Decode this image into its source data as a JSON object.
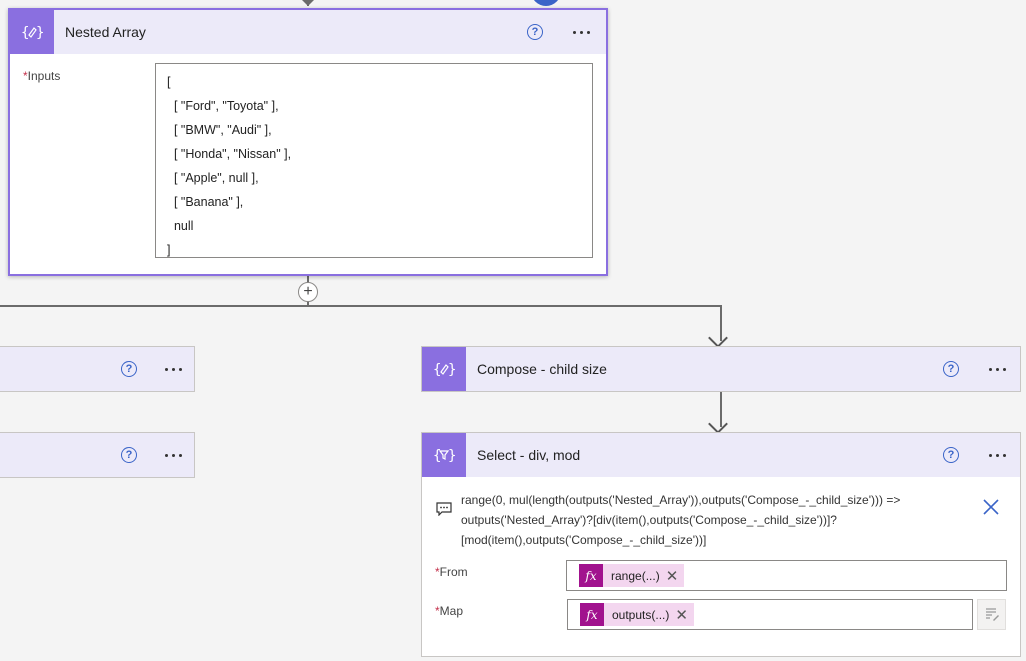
{
  "nested_array": {
    "title": "Nested Array",
    "help_symbol": "?",
    "inputs_label": "Inputs",
    "required_mark": "*",
    "input_lines": [
      "[",
      "  [ \"Ford\", \"Toyota\" ],",
      "  [ \"BMW\", \"Audi\" ],",
      "  [ \"Honda\", \"Nissan\" ],",
      "  [ \"Apple\", null ],",
      "  [ \"Banana\" ],",
      "  null",
      "]"
    ]
  },
  "left_card_1": {
    "help_symbol": "?"
  },
  "left_card_2": {
    "help_symbol": "?"
  },
  "compose_child_size": {
    "title": "Compose - child size",
    "help_symbol": "?"
  },
  "select_div_mod": {
    "title": "Select - div, mod",
    "help_symbol": "?",
    "expression_lines": [
      "range(0, mul(length(outputs('Nested_Array')),outputs('Compose_-_child_size'))) =>",
      "outputs('Nested_Array')?[div(item(),outputs('Compose_-_child_size'))]?",
      "[mod(item(),outputs('Compose_-_child_size'))]"
    ],
    "from_label": "From",
    "map_label": "Map",
    "required_mark": "*",
    "from_token": "range(...)",
    "map_token": "outputs(...)",
    "fx_symbol": "fx",
    "remove_symbol": "✕"
  },
  "add_step_symbol": "+",
  "colors": {
    "action_purple": "#8a6fe0",
    "header_bg": "#eceaf9",
    "token_bg": "#f3d6ef",
    "fx_bg": "#a1128e",
    "link_blue": "#3a64c8"
  }
}
